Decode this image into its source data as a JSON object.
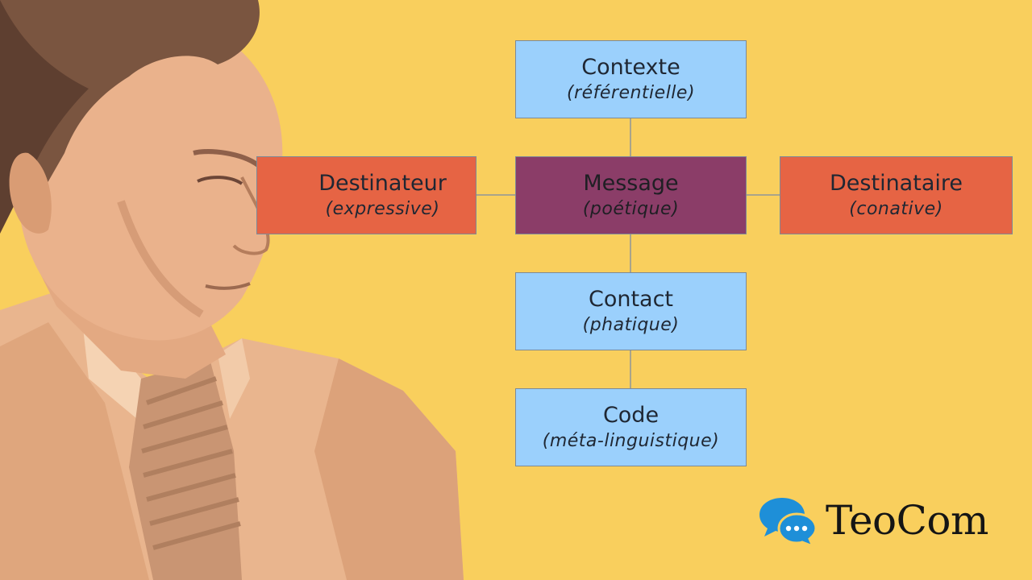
{
  "diagram": {
    "context": {
      "title": "Contexte",
      "function": "(référentielle)"
    },
    "sender": {
      "title": "Destinateur",
      "function": "(expressive)"
    },
    "message": {
      "title": "Message",
      "function": "(poétique)"
    },
    "receiver": {
      "title": "Destinataire",
      "function": "(conative)"
    },
    "contact": {
      "title": "Contact",
      "function": "(phatique)"
    },
    "code": {
      "title": "Code",
      "function": "(méta-linguistique)"
    }
  },
  "brand": {
    "name": "TeoCom",
    "icon": "speech-bubbles-icon"
  },
  "colors": {
    "background": "#f9cf5d",
    "light_blue": "#9bd0fc",
    "orange": "#e66444",
    "purple": "#8b3d68",
    "logo_blue": "#1e8fd8"
  }
}
